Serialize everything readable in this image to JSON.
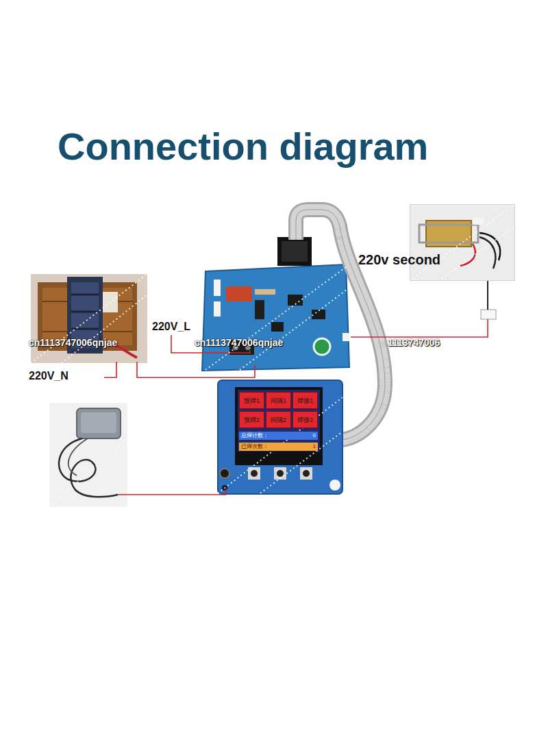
{
  "diagram": {
    "title": "Connection diagram",
    "nodes": [
      {
        "text": [
          "220v second"
        ]
      },
      {
        "text": [
          "预焊1"
        ]
      },
      {
        "text": [
          "间隔1"
        ]
      },
      {
        "text": [
          "焊接1"
        ]
      },
      {
        "text": [
          "预焊2"
        ]
      },
      {
        "text": [
          "间隔2"
        ]
      },
      {
        "text": [
          "焊接2"
        ]
      },
      {
        "text": [
          "总焊计数：",
          "0"
        ]
      },
      {
        "text": [
          "已焊次数：",
          "1"
        ]
      }
    ],
    "labels": [
      "220V_L",
      "cn1113747006qnjae",
      "cn1113747006qnjae",
      "1113747006",
      "220V_N"
    ]
  }
}
